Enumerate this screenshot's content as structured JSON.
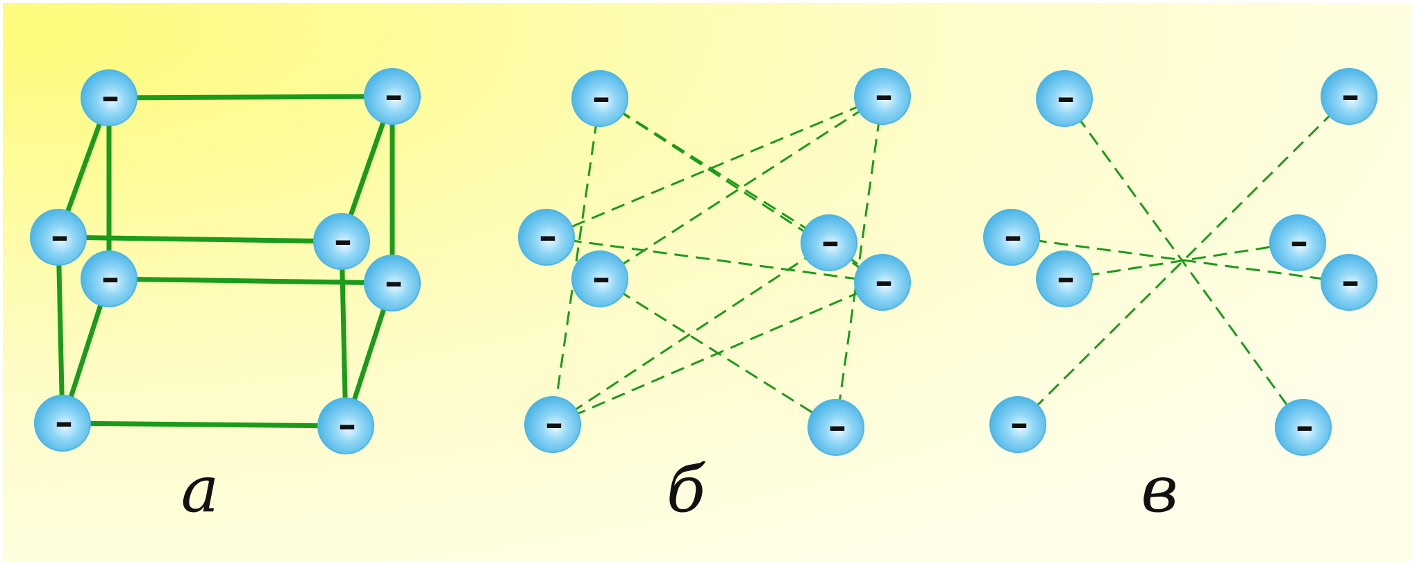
{
  "colors": {
    "background_warm": "#fdfb7a",
    "background_light": "#fefee8",
    "line": "#1b9b1b",
    "ion_fill_light": "#e8f8ff",
    "ion_fill_mid": "#8fd6f6",
    "ion_fill_dark": "#4db5e6",
    "ion_sign": "#111111"
  },
  "ion_sign": "–",
  "panels": [
    {
      "id": "a",
      "label": "а",
      "line_style": "solid",
      "ion_count": 8,
      "connections": [
        [
          0,
          1
        ],
        [
          0,
          2
        ],
        [
          1,
          3
        ],
        [
          0,
          4
        ],
        [
          1,
          5
        ],
        [
          2,
          3
        ],
        [
          4,
          5
        ],
        [
          2,
          6
        ],
        [
          3,
          7
        ],
        [
          4,
          6
        ],
        [
          5,
          7
        ],
        [
          6,
          7
        ]
      ]
    },
    {
      "id": "b",
      "label": "б",
      "line_style": "dashed",
      "ion_count": 8,
      "connections": [
        [
          0,
          6
        ],
        [
          0,
          3
        ],
        [
          0,
          5
        ],
        [
          1,
          2
        ],
        [
          1,
          4
        ],
        [
          1,
          7
        ],
        [
          2,
          5
        ],
        [
          4,
          7
        ],
        [
          6,
          3
        ],
        [
          6,
          5
        ],
        [
          3,
          5
        ]
      ]
    },
    {
      "id": "c",
      "label": "в",
      "line_style": "dashed",
      "ion_count": 8,
      "connections": [
        [
          0,
          7
        ],
        [
          1,
          6
        ],
        [
          2,
          5
        ],
        [
          4,
          3
        ]
      ]
    }
  ]
}
